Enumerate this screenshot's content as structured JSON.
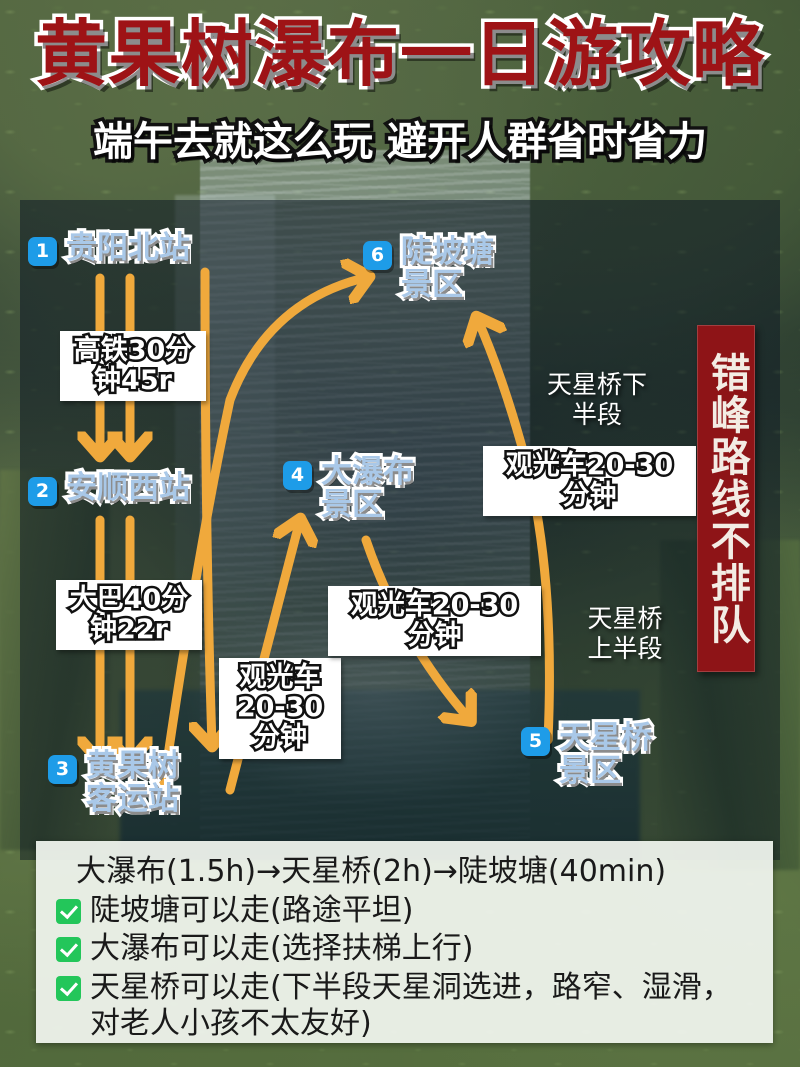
{
  "title": {
    "main": "黄果树瀑布一日游攻略",
    "sub": "端午去就这么玩  避开人群省时省力"
  },
  "banner": {
    "text": "错峰路线不排队"
  },
  "nodes": [
    {
      "num": "1",
      "label": "贵阳北站"
    },
    {
      "num": "2",
      "label": "安顺西站"
    },
    {
      "num": "3",
      "label": "黄果树\n客运站"
    },
    {
      "num": "4",
      "label": "大瀑布\n景区"
    },
    {
      "num": "5",
      "label": "天星桥\n景区"
    },
    {
      "num": "6",
      "label": "陡坡塘\n景区"
    }
  ],
  "chips": [
    {
      "id": "gaotie",
      "text": "高铁30分\n钟45r"
    },
    {
      "id": "daba",
      "text": "大巴40分\n钟22r"
    },
    {
      "id": "shuttle-bus-3col",
      "text": "观光车\n20-30\n分钟"
    },
    {
      "id": "shuttle-bus-mid",
      "text": "观光车20-30\n分钟"
    },
    {
      "id": "shuttle-bus-right",
      "text": "观光车20-30\n分钟"
    }
  ],
  "notes": [
    {
      "id": "tianxingqiao-lower",
      "text": "天星桥下\n半段"
    },
    {
      "id": "tianxingqiao-upper",
      "text": "天星桥\n上半段"
    }
  ],
  "panel": {
    "route": "大瀑布(1.5h)→天星桥(2h)→陡坡塘(40min)",
    "items": [
      "陡坡塘可以走(路途平坦)",
      "大瀑布可以走(选择扶梯上行)",
      "天星桥可以走(下半段天星洞选进，路窄、湿滑，对老人小孩不太友好)"
    ]
  },
  "colors": {
    "badge": "#1e9ce8",
    "arrow": "#f0a93c",
    "banner": "#8e1417",
    "title": "#9e1316",
    "node_text": "#a9c8e8",
    "check": "#23c65a"
  }
}
